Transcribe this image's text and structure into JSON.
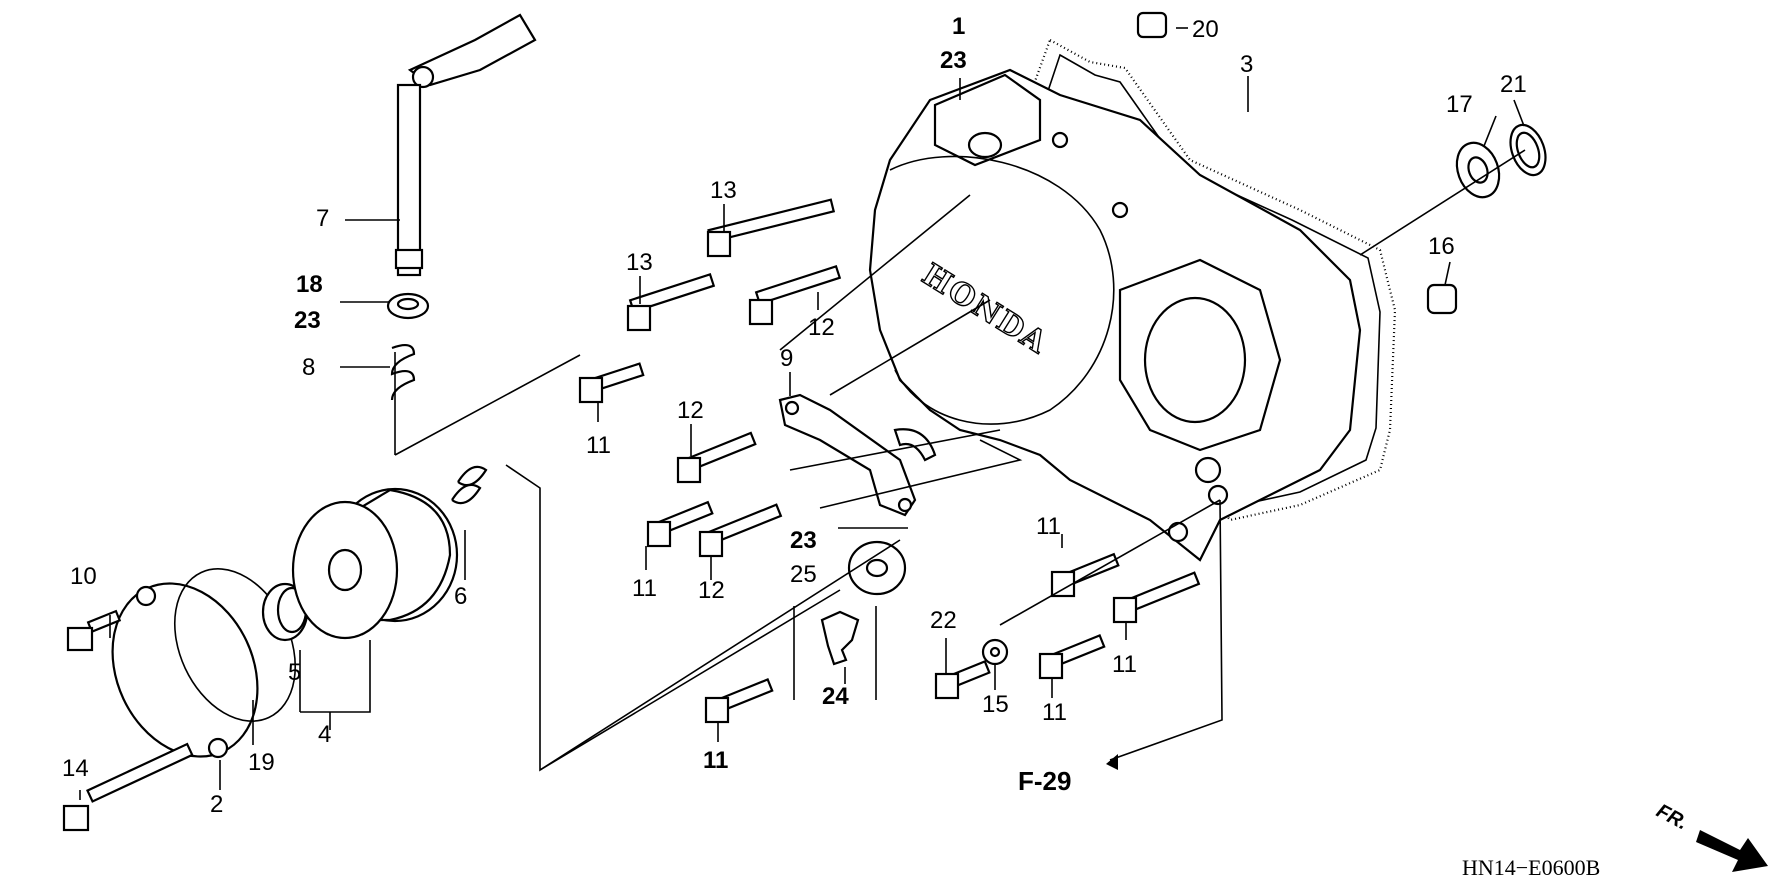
{
  "diagram": {
    "part_labels": [
      {
        "id": "p1",
        "text": "1"
      },
      {
        "id": "p23a",
        "text": "23"
      },
      {
        "id": "p20",
        "text": "20"
      },
      {
        "id": "p3",
        "text": "3"
      },
      {
        "id": "p21",
        "text": "21"
      },
      {
        "id": "p17",
        "text": "17"
      },
      {
        "id": "p16",
        "text": "16"
      },
      {
        "id": "p7",
        "text": "7"
      },
      {
        "id": "p18",
        "text": "18"
      },
      {
        "id": "p23b",
        "text": "23"
      },
      {
        "id": "p8",
        "text": "8"
      },
      {
        "id": "p13a",
        "text": "13"
      },
      {
        "id": "p13b",
        "text": "13"
      },
      {
        "id": "p12a",
        "text": "12"
      },
      {
        "id": "p11a",
        "text": "11"
      },
      {
        "id": "p9",
        "text": "9"
      },
      {
        "id": "p12b",
        "text": "12"
      },
      {
        "id": "p11b",
        "text": "11"
      },
      {
        "id": "p12c",
        "text": "12"
      },
      {
        "id": "p23c",
        "text": "23"
      },
      {
        "id": "p25",
        "text": "25"
      },
      {
        "id": "p11c",
        "text": "11"
      },
      {
        "id": "p11d",
        "text": "11"
      },
      {
        "id": "p11e",
        "text": "11"
      },
      {
        "id": "p22",
        "text": "22"
      },
      {
        "id": "p15",
        "text": "15"
      },
      {
        "id": "p24",
        "text": "24"
      },
      {
        "id": "p11f",
        "text": "11"
      },
      {
        "id": "p6",
        "text": "6"
      },
      {
        "id": "p10",
        "text": "10"
      },
      {
        "id": "p5",
        "text": "5"
      },
      {
        "id": "p4",
        "text": "4"
      },
      {
        "id": "p19",
        "text": "19"
      },
      {
        "id": "p2",
        "text": "2"
      },
      {
        "id": "p14",
        "text": "14"
      }
    ],
    "reference": "F-29",
    "brand_mark": "HONDA",
    "front_indicator": "FR.",
    "drawing_code": "HN14−E0600B"
  }
}
